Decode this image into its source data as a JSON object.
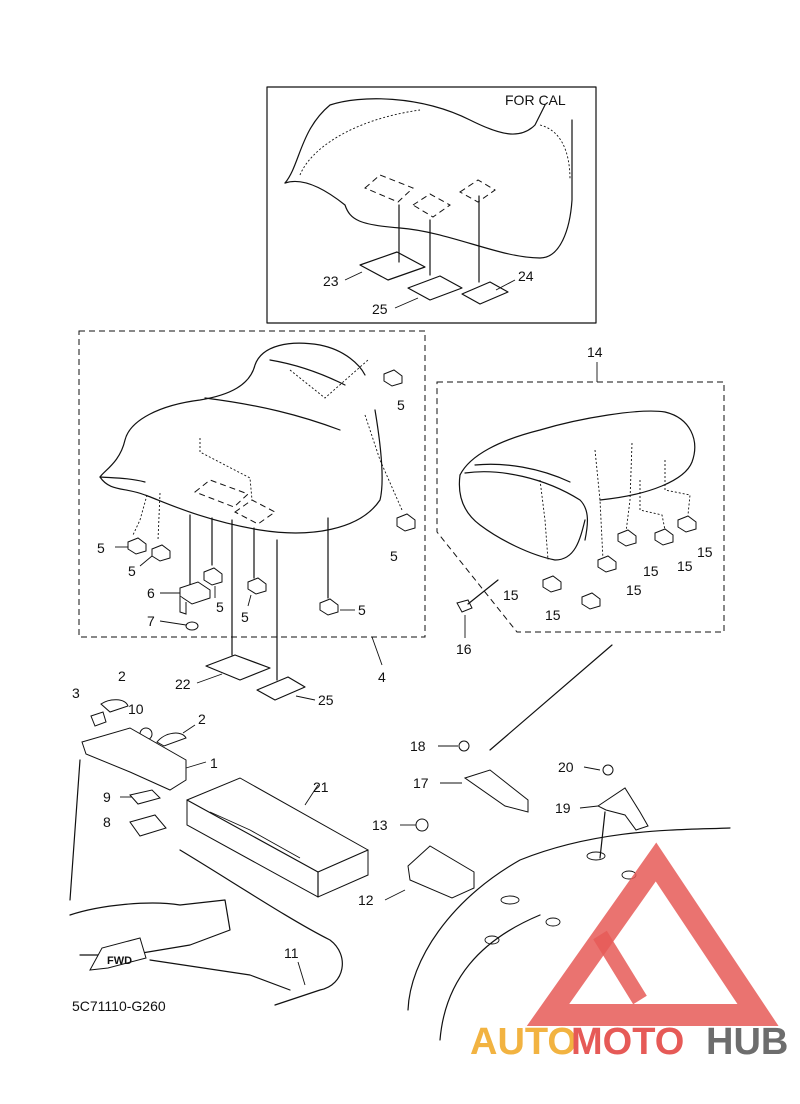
{
  "inset_title": "FOR CAL",
  "labels": {
    "l1": "1",
    "l2a": "2",
    "l2b": "2",
    "l3": "3",
    "l4": "4",
    "l5a": "5",
    "l5b": "5",
    "l5c": "5",
    "l5d": "5",
    "l5e": "5",
    "l5f": "5",
    "l5g": "5",
    "l6": "6",
    "l7": "7",
    "l8": "8",
    "l9": "9",
    "l10": "10",
    "l11": "11",
    "l12": "12",
    "l13": "13",
    "l14": "14",
    "l15a": "15",
    "l15b": "15",
    "l15c": "15",
    "l15d": "15",
    "l15e": "15",
    "l15f": "15",
    "l16": "16",
    "l17": "17",
    "l18": "18",
    "l19": "19",
    "l20": "20",
    "l21": "21",
    "l22": "22",
    "l23": "23",
    "l24": "24",
    "l25a": "25",
    "l25b": "25"
  },
  "fwd_label": "FWD",
  "drawing_code": "5C71110-G260",
  "watermark": {
    "part1": "AUTO",
    "part2": "MOTO",
    "part3": "HUB",
    "colors": {
      "red": "#e65a57",
      "yellow": "#f2b341",
      "gray": "#6d6d6d"
    }
  }
}
